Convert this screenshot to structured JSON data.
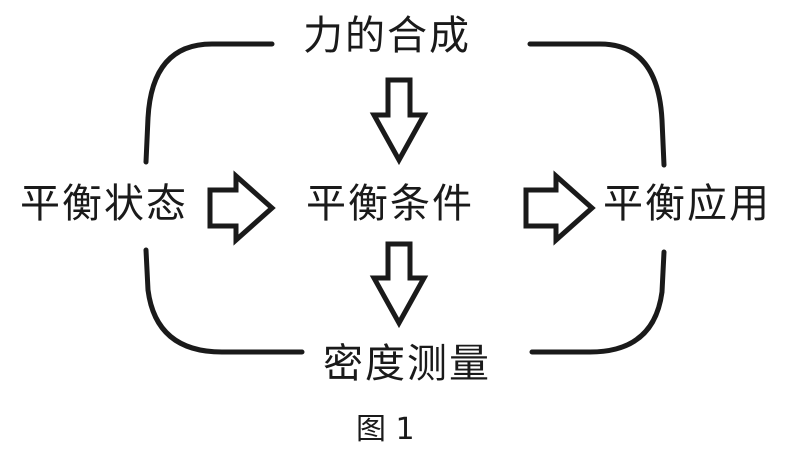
{
  "nodes": {
    "top": "力的合成",
    "left": "平衡状态",
    "center": "平衡条件",
    "right": "平衡应用",
    "bottom": "密度测量"
  },
  "caption": "图 1",
  "colors": {
    "stroke": "#1a1a1a",
    "background": "#ffffff"
  }
}
